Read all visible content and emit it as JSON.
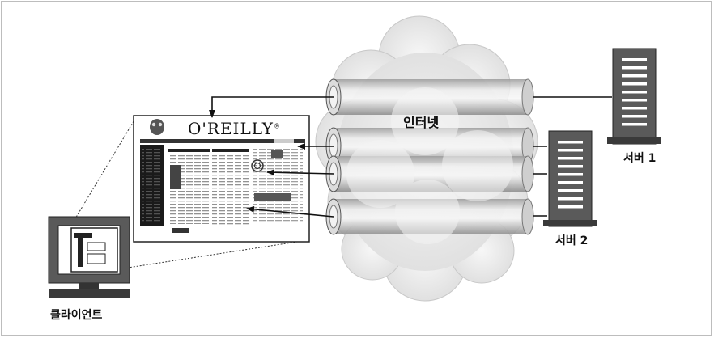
{
  "labels": {
    "internet": "인터넷",
    "server1": "서버 1",
    "server2": "서버 2",
    "client": "클라이언트"
  },
  "webpage": {
    "brand": "O'REILLY",
    "brand_mark": "®"
  },
  "icons": {
    "server": "server-rack-icon",
    "client": "desktop-monitor-icon",
    "cloud": "internet-cloud-icon",
    "pipe": "network-pipe-icon",
    "arrow": "arrow-left-icon"
  },
  "colors": {
    "line": "#111111",
    "pipe_body": "#d9d9d9",
    "cloud_fill": "#eeeeee",
    "server_fill": "#5a5a5a"
  }
}
